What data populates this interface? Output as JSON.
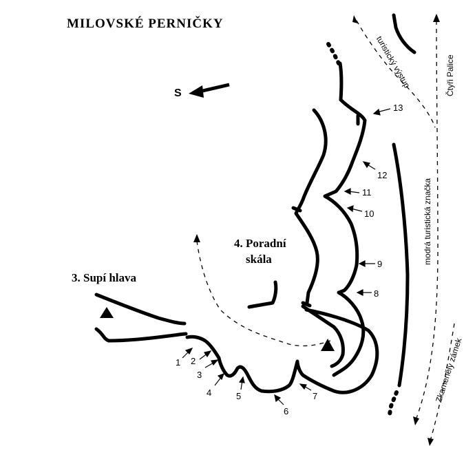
{
  "title": "MILOVSKÉ   PERNIČKY",
  "north_marker": "S",
  "areas": {
    "supi_hlava": "3. Supí hlava",
    "poradni_line1": "4. Poradní",
    "poradni_line2": "skála"
  },
  "trails": {
    "tourist_path": "turistický výstup",
    "ctyri_palice": "Čtyři Palice",
    "blue_mark": "modrá turistická značka",
    "zkameneli_zamek": "Zkamenělý zámek"
  },
  "route_numbers": [
    "1",
    "2",
    "3",
    "4",
    "5",
    "6",
    "7",
    "8",
    "9",
    "10",
    "11",
    "12",
    "13"
  ],
  "colors": {
    "ink": "#000000",
    "background": "#ffffff"
  }
}
